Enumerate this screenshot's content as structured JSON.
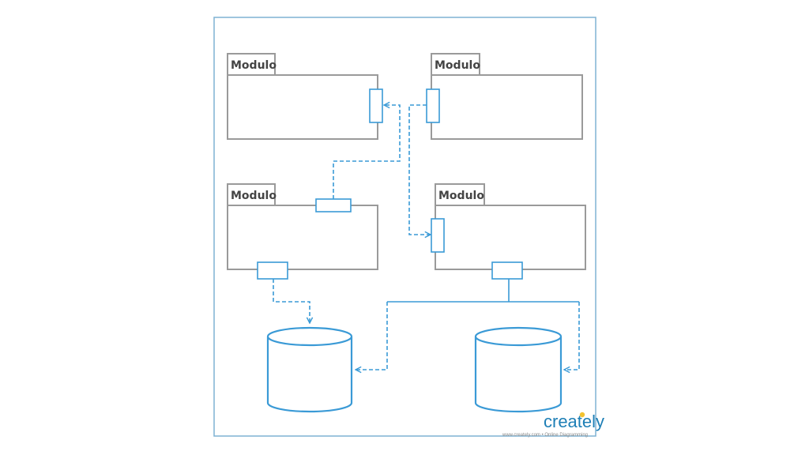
{
  "modules": [
    {
      "id": "module-top-left",
      "label": "Modulo"
    },
    {
      "id": "module-top-right",
      "label": "Modulo"
    },
    {
      "id": "module-middle-left",
      "label": "Modulo"
    },
    {
      "id": "module-middle-right",
      "label": "Modulo"
    }
  ],
  "databases": [
    {
      "id": "database-left"
    },
    {
      "id": "database-right"
    }
  ],
  "branding": {
    "logo_text": "creately",
    "footer_text": "www.creately.com • Online Diagramming"
  },
  "colors": {
    "frame": "#7fb2d3",
    "module_border": "#9a9a9a",
    "connector": "#3a9ad6",
    "label": "#444444"
  }
}
